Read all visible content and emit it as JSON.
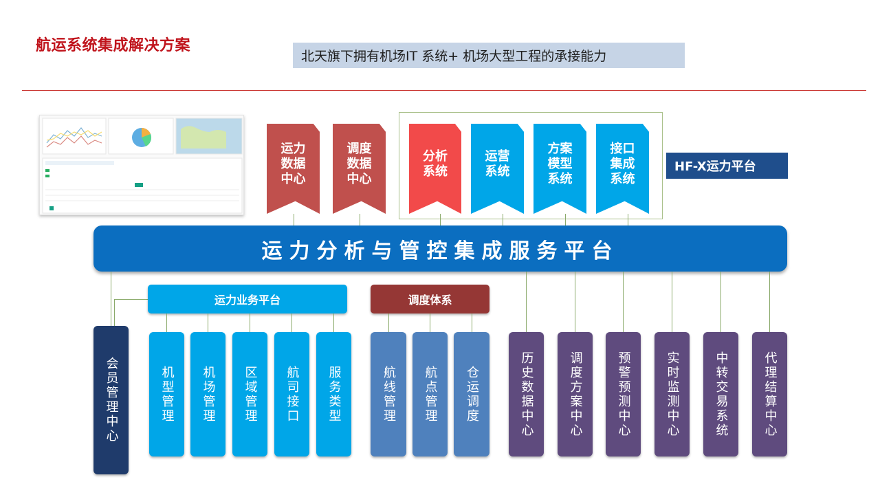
{
  "header": {
    "title": "航运系统集成解决方案",
    "subtitle": "北天旗下拥有机场IT 系统+ 机场大型工程的承接能力"
  },
  "top_boxes": [
    {
      "label": "运力数据中心",
      "color": "#c0504d"
    },
    {
      "label": "调度数据中心",
      "color": "#c0504d"
    },
    {
      "label": "分析系统",
      "color": "#f24a4a"
    },
    {
      "label": "运营系统",
      "color": "#00a6e8"
    },
    {
      "label": "方案模型系统",
      "color": "#00a6e8"
    },
    {
      "label": "接口集成系统",
      "color": "#00a6e8"
    }
  ],
  "hfx_label": "HF-X运力平台",
  "main_platform": "运力分析与管控集成服务平台",
  "sub_platforms": {
    "business": "运力业务平台",
    "dispatch": "调度体系"
  },
  "left_column": {
    "label": "会员管理中心",
    "color": "#1f3b6b"
  },
  "business_columns": [
    "机型管理",
    "机场管理",
    "区域管理",
    "航司接口",
    "服务类型"
  ],
  "dispatch_columns": [
    "航线管理",
    "航点管理",
    "仓运调度"
  ],
  "center_columns": [
    "历史数据中心",
    "调度方案中心",
    "预警预测中心",
    "实时监测中心",
    "中转交易系统",
    "代理结算中心"
  ],
  "colors": {
    "business": "#00a6e8",
    "dispatch": "#4f81bd",
    "center": "#5f4b7e",
    "dispatch_bar": "#953735",
    "line": "#8aaa6a"
  }
}
